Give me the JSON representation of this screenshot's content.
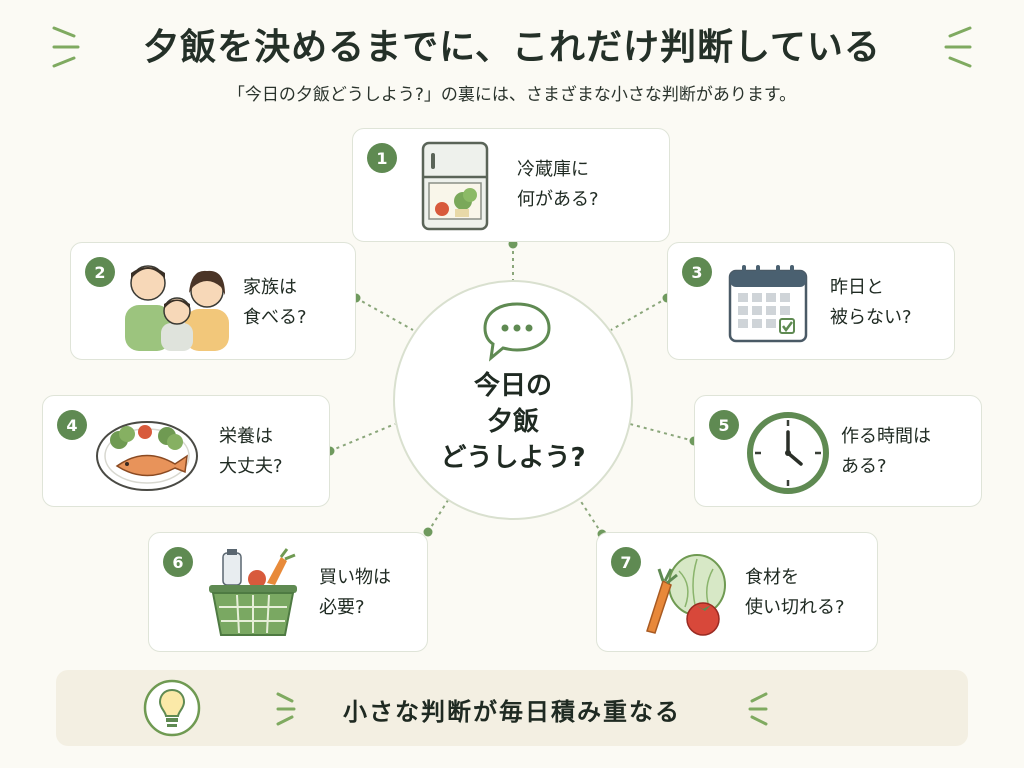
{
  "header": {
    "title": "夕飯を決めるまでに、これだけ判断している",
    "subtitle": "「今日の夕飯どうしよう?」の裏には、さまざまな小さな判断があります。"
  },
  "center": {
    "line1": "今日の",
    "line2": "夕飯",
    "line3": "どうしよう?",
    "icon": "speech-bubble-icon"
  },
  "items": [
    {
      "num": "1",
      "line1": "冷蔵庫に",
      "line2": "何がある?",
      "icon": "fridge-icon"
    },
    {
      "num": "2",
      "line1": "家族は",
      "line2": "食べる?",
      "icon": "family-icon"
    },
    {
      "num": "3",
      "line1": "昨日と",
      "line2": "被らない?",
      "icon": "calendar-icon"
    },
    {
      "num": "4",
      "line1": "栄養は",
      "line2": "大丈夫?",
      "icon": "fish-plate-icon"
    },
    {
      "num": "5",
      "line1": "作る時間は",
      "line2": "ある?",
      "icon": "clock-icon"
    },
    {
      "num": "6",
      "line1": "買い物は",
      "line2": "必要?",
      "icon": "shopping-basket-icon"
    },
    {
      "num": "7",
      "line1": "食材を",
      "line2": "使い切れる?",
      "icon": "vegetables-icon"
    }
  ],
  "footer": {
    "text": "小さな判断が毎日積み重なる",
    "icon": "lightbulb-icon"
  },
  "colors": {
    "accent": "#5f8a52",
    "background": "#fbfaf4",
    "footer_bg": "#f3efe2",
    "card_border": "#dfe4d8"
  }
}
